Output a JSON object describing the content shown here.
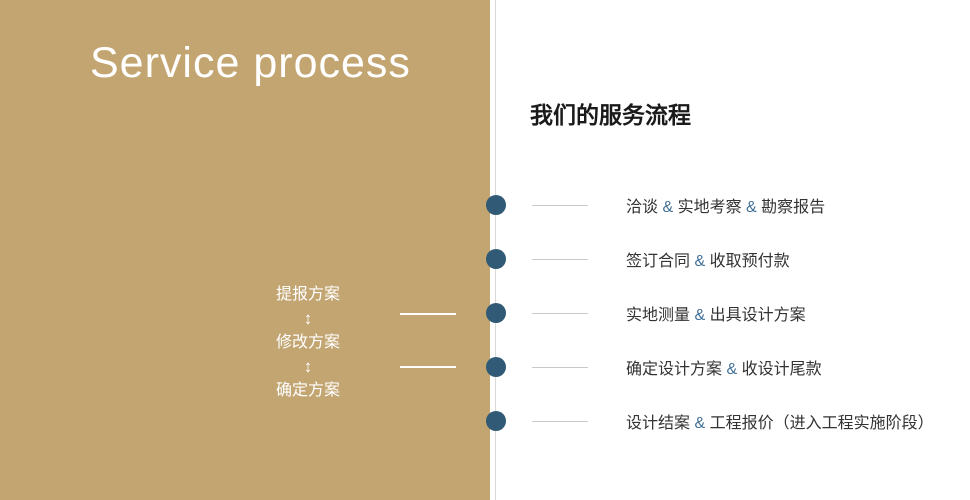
{
  "slide": {
    "left_bg_color": "#c3a572",
    "dot_color": "#305a75",
    "amp_color": "#3f6e96"
  },
  "left_panel": {
    "title": "Service process",
    "flow_steps": [
      "提报方案",
      "修改方案",
      "确定方案"
    ],
    "flow_arrow": "↕"
  },
  "right_panel": {
    "heading": "我们的服务流程",
    "amp": "&",
    "steps": [
      {
        "segments": [
          "洽谈",
          "实地考察",
          "勘察报告"
        ]
      },
      {
        "segments": [
          "签订合同",
          "收取预付款"
        ]
      },
      {
        "segments": [
          "实地测量",
          "出具设计方案"
        ]
      },
      {
        "segments": [
          "确定设计方案",
          "收设计尾款"
        ]
      },
      {
        "segments": [
          "设计结案",
          "工程报价（进入工程实施阶段）"
        ]
      }
    ]
  }
}
